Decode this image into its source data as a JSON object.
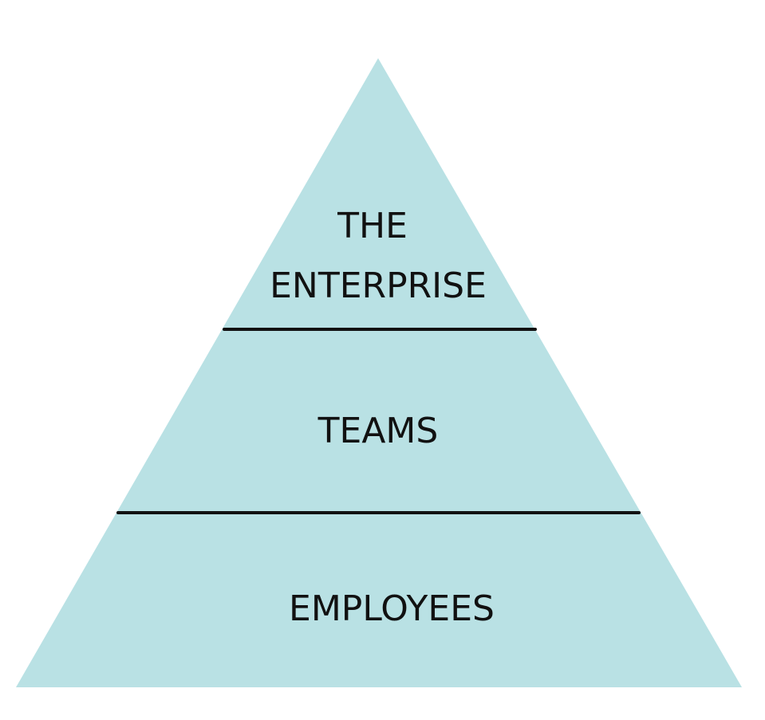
{
  "diagram": {
    "type": "pyramid",
    "fill_color": "#b9e1e4",
    "divider_color": "#111111",
    "background_color": "#ffffff",
    "levels": [
      {
        "position": "top",
        "label_line1": "THE",
        "label_line2": "ENTERPRISE"
      },
      {
        "position": "middle",
        "label": "TEAMS"
      },
      {
        "position": "bottom",
        "label": "EMPLOYEES"
      }
    ]
  }
}
